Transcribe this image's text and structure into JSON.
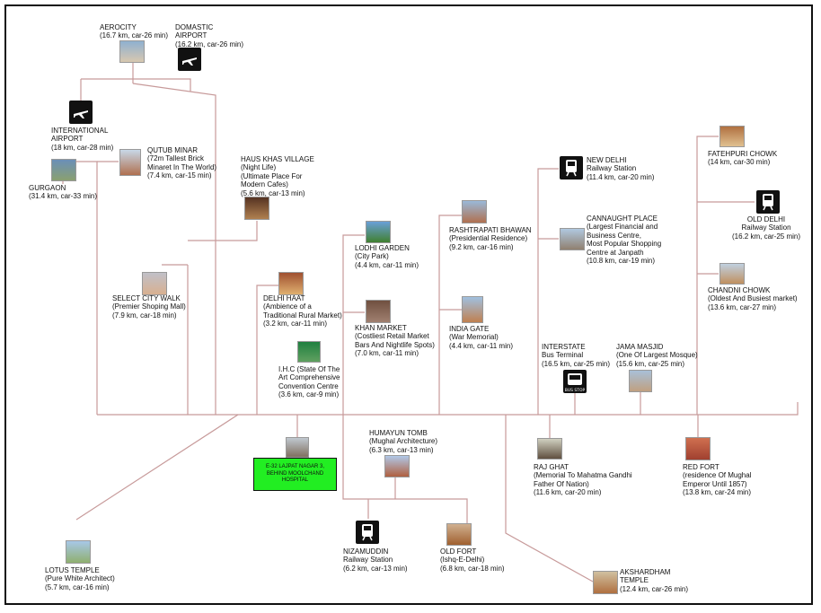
{
  "center": {
    "lines": [
      "E-32 LAJPAT NAGAR 3,",
      "BEHIND MOOLCHAND",
      "HOSPITAL"
    ]
  },
  "places": {
    "aerocity": {
      "lines": [
        "AEROCITY",
        "(16.7 km, car-26 min)"
      ]
    },
    "domestic_airport": {
      "lines": [
        "DOMASTIC",
        "AIRPORT",
        "(16.2 km, car-26 min)"
      ]
    },
    "international_airport": {
      "lines": [
        "INTERNATIONAL",
        "AIRPORT",
        "(18 km, car-28 min)"
      ]
    },
    "gurgaon": {
      "lines": [
        "GURGAON",
        "(31.4 km, car-33 min)"
      ]
    },
    "qutub_minar": {
      "lines": [
        "QUTUB MINAR",
        "(72m Tallest Brick",
        "Minaret In The World)",
        "(7.4 km, car-15 min)"
      ]
    },
    "haus_khas": {
      "lines": [
        "HAUS KHAS VILLAGE",
        "(Night Life)",
        "(Ultimate Place For",
        "Modern Cafes)",
        "(5.6 km, car-13 min)"
      ]
    },
    "select_city": {
      "lines": [
        "SELECT CITY WALK",
        "(Premier Shoping Mall)",
        "(7.9 km, car-18 min)"
      ]
    },
    "delhi_haat": {
      "lines": [
        "DELHI HAAT",
        "(Ambience of a",
        "Traditional Rural Market)",
        "(3.2 km, car-11 min)"
      ]
    },
    "ihc": {
      "lines": [
        "I.H.C (State Of The",
        "Art Comprehensive",
        "Convention Centre",
        "(3.6 km, car-9 min)"
      ]
    },
    "lodhi_garden": {
      "lines": [
        "LODHI GARDEN",
        "(City Park)",
        "(4.4 km, car-11 min)"
      ]
    },
    "khan_market": {
      "lines": [
        "KHAN MARKET",
        "(Costliest Retail Market",
        "Bars And Nightlife Spots)",
        "(7.0 km, car-11 min)"
      ]
    },
    "rashtrapati": {
      "lines": [
        "RASHTRAPATI BHAWAN",
        "(Presidential Residence)",
        "(9.2 km, car-16 min)"
      ]
    },
    "india_gate": {
      "lines": [
        "INDIA GATE",
        "(War Memorial)",
        "(4.4 km, car-11 min)"
      ]
    },
    "new_delhi": {
      "lines": [
        "NEW DELHI",
        "Railway Station",
        "(11.4 km, car-20 min)"
      ]
    },
    "cannaught": {
      "lines": [
        "CANNAUGHT PLACE",
        "(Largest Financial and",
        "Business Centre,",
        "Most Popular Shopping",
        "Centre at Janpath",
        "(10.8 km, car-19 min)"
      ]
    },
    "interstate": {
      "lines": [
        "INTERSTATE",
        "Bus Terminal",
        "(16.5 km, car-25 min)"
      ]
    },
    "jama_masjid": {
      "lines": [
        "JAMA MASJID",
        "(One Of Largest Mosque)",
        "(15.6 km, car-25 min)"
      ]
    },
    "fatehpuri": {
      "lines": [
        "FATEHPURI CHOWK",
        "(14 km, car-30 min)"
      ]
    },
    "old_delhi": {
      "lines": [
        "OLD DELHI",
        "Railway Station",
        "(16.2 km, car-25 min)"
      ]
    },
    "chandni_chowk": {
      "lines": [
        "CHANDNI CHOWK",
        "(Oldest And Busiest market)",
        "(13.6 km, car-27 min)"
      ]
    },
    "humayun": {
      "lines": [
        "HUMAYUN TOMB",
        "(Mughal Architecture)",
        "(6.3 km, car-13 min)"
      ]
    },
    "raj_ghat": {
      "lines": [
        "RAJ GHAT",
        "(Memorial To Mahatma Gandhi",
        "Father Of Nation)",
        "(11.6 km, car-20 min)"
      ]
    },
    "red_fort": {
      "lines": [
        "RED FORT",
        "(residence Of Mughal",
        "Emperor Until 1857)",
        "(13.8 km, car-24 min)"
      ]
    },
    "nizamuddin": {
      "lines": [
        "NIZAMUDDIN",
        "Railway Station",
        "(6.2 km, car-13 min)"
      ]
    },
    "old_fort": {
      "lines": [
        "OLD FORT",
        "(Ishq-E-Delhi)",
        "(6.8 km, car-18 min)"
      ]
    },
    "lotus_temple": {
      "lines": [
        "LOTUS TEMPLE",
        "(Pure White Architect)",
        "(5.7 km, car-16 min)"
      ]
    },
    "akshardham": {
      "lines": [
        "AKSHARDHAM",
        "TEMPLE",
        "(12.4 km, car-26 min)"
      ]
    }
  },
  "icons": {
    "bus_stop_label": "BUS STOP"
  },
  "colors": {
    "connector": "#c79a9a",
    "home_fill": "#22ee22"
  }
}
